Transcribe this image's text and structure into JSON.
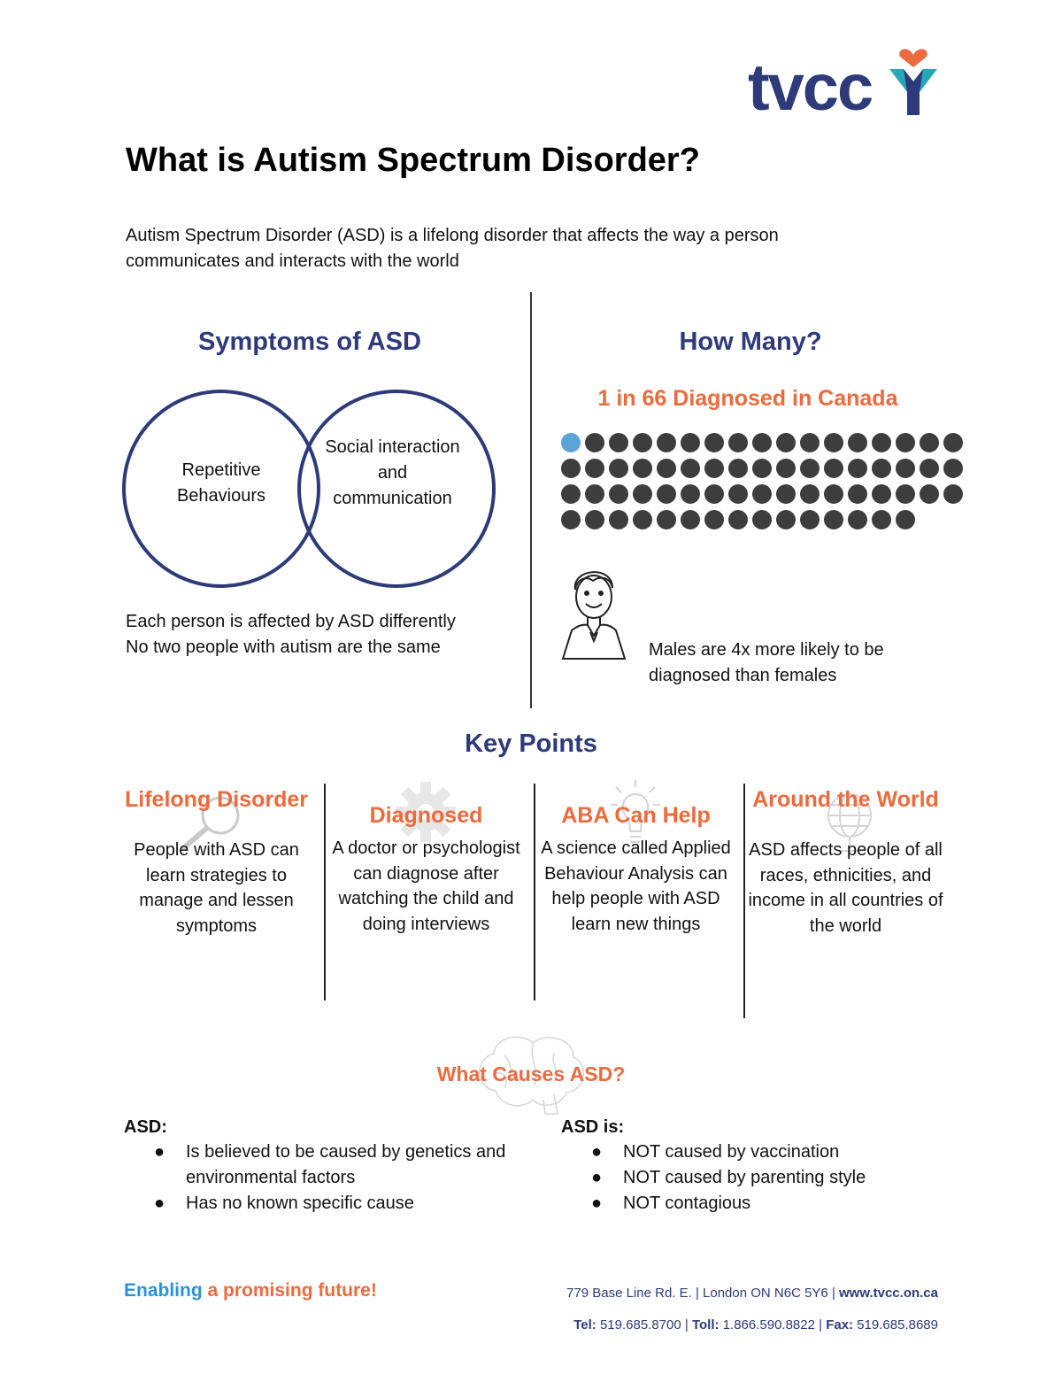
{
  "logo": {
    "text": "tvcc",
    "colors": {
      "navy": "#2e3a7a",
      "teal": "#27a8b8",
      "orange": "#ec6a3c"
    }
  },
  "title": "What is Autism Spectrum Disorder?",
  "intro": "Autism Spectrum Disorder (ASD) is a lifelong disorder that affects the way a person communicates and interacts with the world",
  "symptoms": {
    "heading": "Symptoms of ASD",
    "left_circle": "Repetitive Behaviours",
    "right_circle": "Social interaction and communication",
    "note_line1": "Each person is affected by ASD differently",
    "note_line2": "No two people with autism are the same"
  },
  "how_many": {
    "heading": "How Many?",
    "stat": "1 in 66 Diagnosed in Canada",
    "dots_total": 66,
    "dots_highlighted": 1,
    "highlight_color": "#5ba3d9",
    "dot_color": "#3d3d3d",
    "males_text": "Males are 4x more likely to be diagnosed than females",
    "icon": "boy-icon"
  },
  "key_points": {
    "heading": "Key Points",
    "items": [
      {
        "title": "Lifelong Disorder",
        "body": "People with ASD can learn strategies to manage and lessen symptoms",
        "icon": "magnifier-icon"
      },
      {
        "title": "Diagnosed",
        "body": "A doctor or psychologist can diagnose after watching the child and doing interviews",
        "icon": "gear-icon"
      },
      {
        "title": "ABA Can Help",
        "body": "A science called Applied Behaviour Analysis can help people with ASD learn new things",
        "icon": "lightbulb-icon"
      },
      {
        "title": "Around the World",
        "body": "ASD affects people of all races, ethnicities, and income in all countries of the world",
        "icon": "globe-icon"
      }
    ]
  },
  "causes": {
    "heading": "What Causes ASD?",
    "left_head": "ASD:",
    "left_items": [
      "Is believed to be caused by genetics and environmental factors",
      "Has no known specific cause"
    ],
    "right_head": "ASD is:",
    "right_items": [
      "NOT caused by vaccination",
      "NOT caused by parenting style",
      "NOT contagious"
    ],
    "bullet": "●"
  },
  "footer": {
    "tag_blue": "Enabling",
    "tag_orange": "a promising future!",
    "address": "779 Base Line Rd. E. | London ON N6C 5Y6 |",
    "website": "www.tvcc.on.ca",
    "tel_label": "Tel:",
    "tel": "519.685.8700",
    "toll_label": "Toll:",
    "toll": "1.866.590.8822",
    "fax_label": "Fax:",
    "fax": "519.685.8689",
    "sep": "|"
  }
}
